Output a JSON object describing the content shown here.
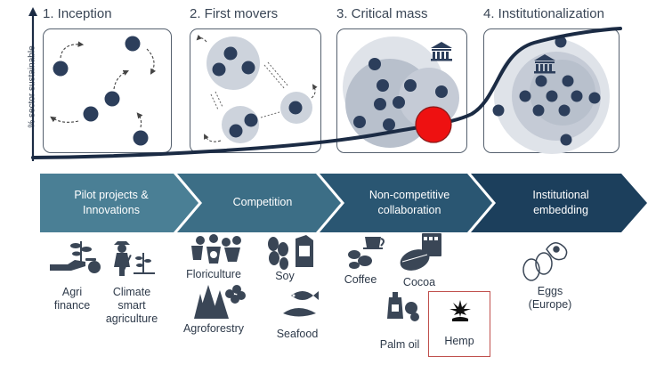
{
  "diagram": {
    "y_axis_label": "% sector sustainable",
    "stages": [
      {
        "id": "inception",
        "label": "1. Inception"
      },
      {
        "id": "first-movers",
        "label": "2. First movers"
      },
      {
        "id": "critical-mass",
        "label": "3. Critical mass"
      },
      {
        "id": "institutionalization",
        "label": "4. Institutionalization"
      }
    ],
    "phases": [
      {
        "label": "Pilot projects &\nInnovations",
        "color": "#4a7f95"
      },
      {
        "label": "Competition",
        "color": "#3c6e86"
      },
      {
        "label": "Non-competitive\ncollaboration",
        "color": "#2a5672"
      },
      {
        "label": "Institutional\nembedding",
        "color": "#1c3f5c"
      }
    ],
    "sectors": [
      {
        "id": "agri-finance",
        "label": "Agri\nfinance"
      },
      {
        "id": "climate-smart-agriculture",
        "label": "Climate\nsmart\nagriculture"
      },
      {
        "id": "floriculture",
        "label": "Floriculture"
      },
      {
        "id": "agroforestry",
        "label": "Agroforestry"
      },
      {
        "id": "soy",
        "label": "Soy"
      },
      {
        "id": "seafood",
        "label": "Seafood"
      },
      {
        "id": "coffee",
        "label": "Coffee"
      },
      {
        "id": "cocoa",
        "label": "Cocoa"
      },
      {
        "id": "palm-oil",
        "label": "Palm oil"
      },
      {
        "id": "hemp",
        "label": "Hemp"
      },
      {
        "id": "eggs",
        "label": "Eggs\n(Europe)"
      }
    ],
    "highlight": {
      "sector": "hemp",
      "marker_color": "#ee1111",
      "box_color": "#c0504d"
    },
    "colors": {
      "dot": "#2c3e5b",
      "circle_fill": "#c5cbd6",
      "curve": "#1b2b44",
      "frame": "#55606e"
    }
  }
}
